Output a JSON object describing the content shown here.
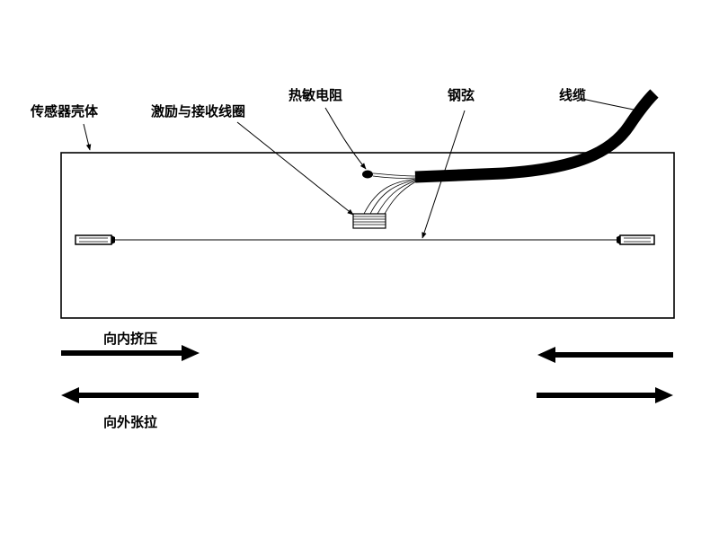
{
  "labels": {
    "housing": "传感器壳体",
    "coil": "激励与接收线圈",
    "thermistor": "热敏电阻",
    "steel_string": "钢弦",
    "cable": "线缆",
    "compress": "向内挤压",
    "tension": "向外张拉"
  },
  "colors": {
    "ink": "#000000",
    "background": "#ffffff"
  }
}
